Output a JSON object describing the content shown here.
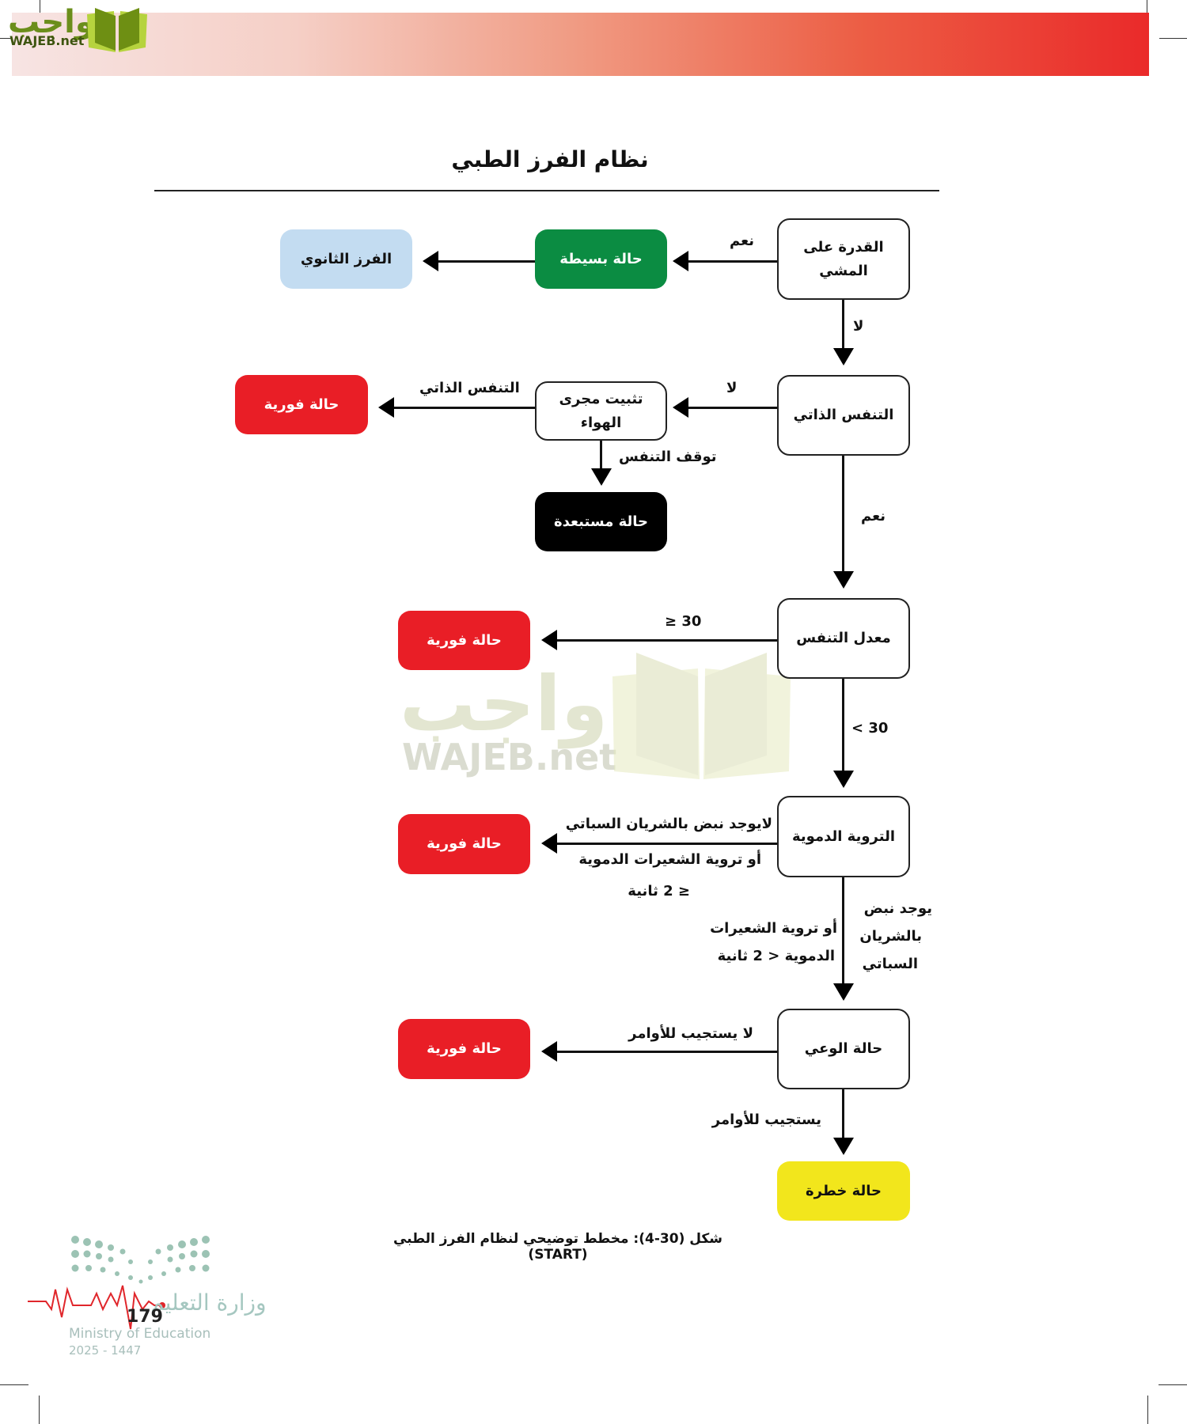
{
  "header": {
    "logo_ar": "واجب",
    "logo_en": "WAJEB.net",
    "band_colors": [
      "#f7e4e3",
      "#f09a82",
      "#ea2a2a"
    ]
  },
  "title": "نظام الفرز الطبي",
  "flowchart": {
    "nodes": {
      "walking": "القدرة على المشي",
      "minor": "حالة بسيطة",
      "secondary_triage": "الفرز الثانوي",
      "breathing": "التنفس الذاتي",
      "airway": "تثبيت مجرى الهواء",
      "immediate_1": "حالة فورية",
      "expectant": "حالة مستبعدة",
      "resp_rate": "معدل التنفس",
      "immediate_2": "حالة فورية",
      "perfusion": "التروية الدموية",
      "immediate_3": "حالة فورية",
      "mental_status": "حالة الوعي",
      "immediate_4": "حالة فورية",
      "delayed": "حالة خطرة"
    },
    "edges": {
      "walking_yes": "نعم",
      "walking_no": "لا",
      "breathing_no": "لا",
      "breathing_yes": "نعم",
      "airway_breathes": "التنفس الذاتي",
      "airway_stops": "توقف التنفس",
      "rr_high": "≥ 30",
      "rr_low": "< 30",
      "perf_bad_line1": "لايوجد نبض بالشريان السباتي",
      "perf_bad_line2": "أو تروية الشعيرات الدموية",
      "perf_bad_line3": "≤ 2 ثانية",
      "perf_good_a_line1": "يوجد نبض",
      "perf_good_a_line2": "بالشريان",
      "perf_good_a_line3": "السباتي",
      "perf_good_b_line1": "أو تروية الشعيرات",
      "perf_good_b_line2": "الدموية < 2 ثانية",
      "mental_no": "لا يستجيب للأوامر",
      "mental_yes": "يستجيب للأوامر"
    },
    "colors": {
      "green": "#0b8c42",
      "blue": "#c3dcf1",
      "red": "#e91e26",
      "black": "#000000",
      "yellow": "#f2e61c"
    }
  },
  "caption": "شكل (30-4): مخطط توضيحي لنظام الفرز الطبي (START)",
  "watermark": {
    "ar": "واجب",
    "en": "WAJEB.net"
  },
  "footer": {
    "ministry_ar": "وزارة التعليم",
    "ministry_en": "Ministry of Education",
    "year": "2025 - 1447",
    "page_number": "179"
  }
}
